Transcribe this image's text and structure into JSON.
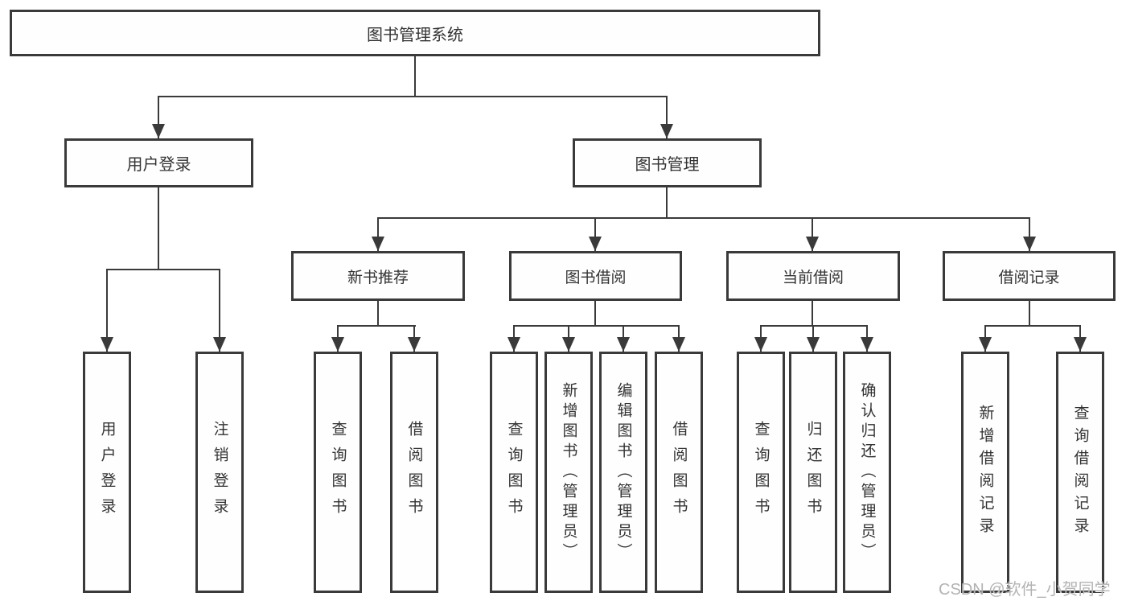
{
  "tree": {
    "root": {
      "label": "图书管理系统",
      "children": [
        {
          "label": "用户登录",
          "children": [
            {
              "label": "用户登录"
            },
            {
              "label": "注销登录"
            }
          ]
        },
        {
          "label": "图书管理",
          "children": [
            {
              "label": "新书推荐",
              "children": [
                {
                  "label": "查询图书"
                },
                {
                  "label": "借阅图书"
                }
              ]
            },
            {
              "label": "图书借阅",
              "children": [
                {
                  "label": "查询图书"
                },
                {
                  "label": "新增图书（管理员）"
                },
                {
                  "label": "编辑图书（管理员）"
                },
                {
                  "label": "借阅图书"
                }
              ]
            },
            {
              "label": "当前借阅",
              "children": [
                {
                  "label": "查询图书"
                },
                {
                  "label": "归还图书"
                },
                {
                  "label": "确认归还（管理员）"
                }
              ]
            },
            {
              "label": "借阅记录",
              "children": [
                {
                  "label": "新增借阅记录"
                },
                {
                  "label": "查询借阅记录"
                }
              ]
            }
          ]
        }
      ]
    }
  },
  "colors": {
    "line": "#3a3a3a",
    "text": "#333333",
    "background": "#ffffff",
    "watermark": "#b3b3b3"
  },
  "watermark": {
    "text": "CSDN @软件_小贺同学"
  }
}
